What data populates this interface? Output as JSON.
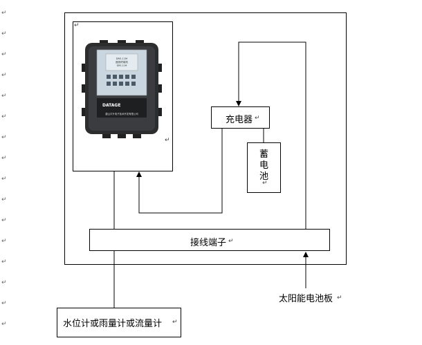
{
  "diagram": {
    "charger_label": "充电器",
    "battery_label_line1": "蓄",
    "battery_label_line2": "电",
    "battery_label_line3": "池",
    "terminal_label": "接线端子",
    "solar_label": "太阳能电池板",
    "meter_label": "水位计或雨量计或流量计",
    "device": {
      "brand": "DATAGE",
      "screen_title_line1": "DRS-11M",
      "screen_title_line2": "遥测终端机",
      "screen_subtitle": "DRS-11M",
      "company": "唐山平升电子技术开发有限公司"
    },
    "return_mark": "↵"
  }
}
